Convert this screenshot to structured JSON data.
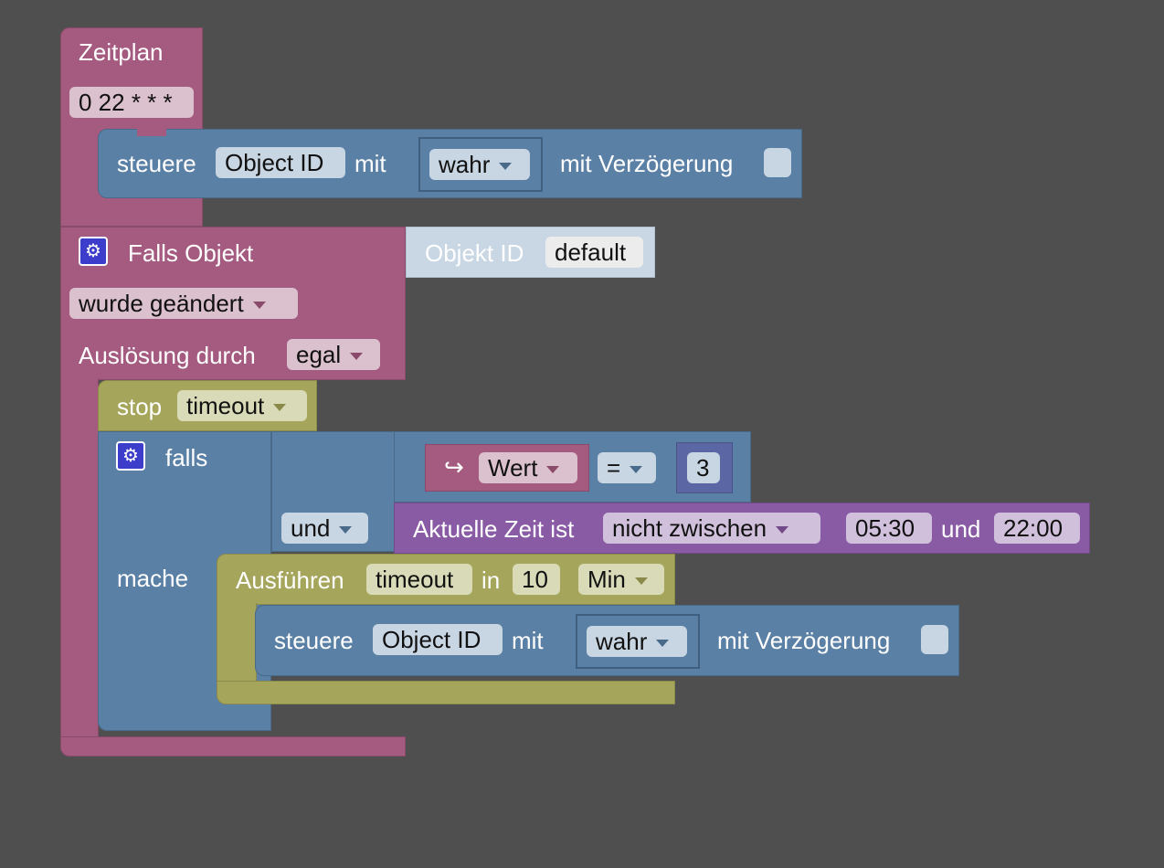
{
  "schedule": {
    "title": "Zeitplan",
    "cron": "0 22 * * *"
  },
  "control1": {
    "steuere": "steuere",
    "object": "Object ID",
    "mit": "mit",
    "value": "wahr",
    "delay_label": "mit Verzögerung"
  },
  "trigger": {
    "title": "Falls Objekt",
    "objekt_id_label": "Objekt ID",
    "objekt_id_value": "default",
    "changed": "wurde geändert",
    "ausloesung": "Auslösung durch",
    "ausloesung_value": "egal"
  },
  "stop": {
    "label": "stop",
    "value": "timeout"
  },
  "if_block": {
    "falls": "falls",
    "und": "und",
    "mache": "mache"
  },
  "compare": {
    "var": "Wert",
    "op": "=",
    "value": "3"
  },
  "time_check": {
    "label": "Aktuelle Zeit ist",
    "mode": "nicht zwischen",
    "from": "05:30",
    "und": "und",
    "to": "22:00"
  },
  "timeout": {
    "label": "Ausführen",
    "name": "timeout",
    "in": "in",
    "amount": "10",
    "unit": "Min"
  },
  "control2": {
    "steuere": "steuere",
    "object": "Object ID",
    "mit": "mit",
    "value": "wahr",
    "delay_label": "mit Verzögerung"
  },
  "icons": {
    "gear": "gear-icon",
    "var_arrow": "return-arrow-icon"
  },
  "colors": {
    "background": "#4f4f4f",
    "event": "#a55b80",
    "logic": "#5b80a5",
    "timer": "#a5a55b",
    "time": "#8a5ba5"
  }
}
